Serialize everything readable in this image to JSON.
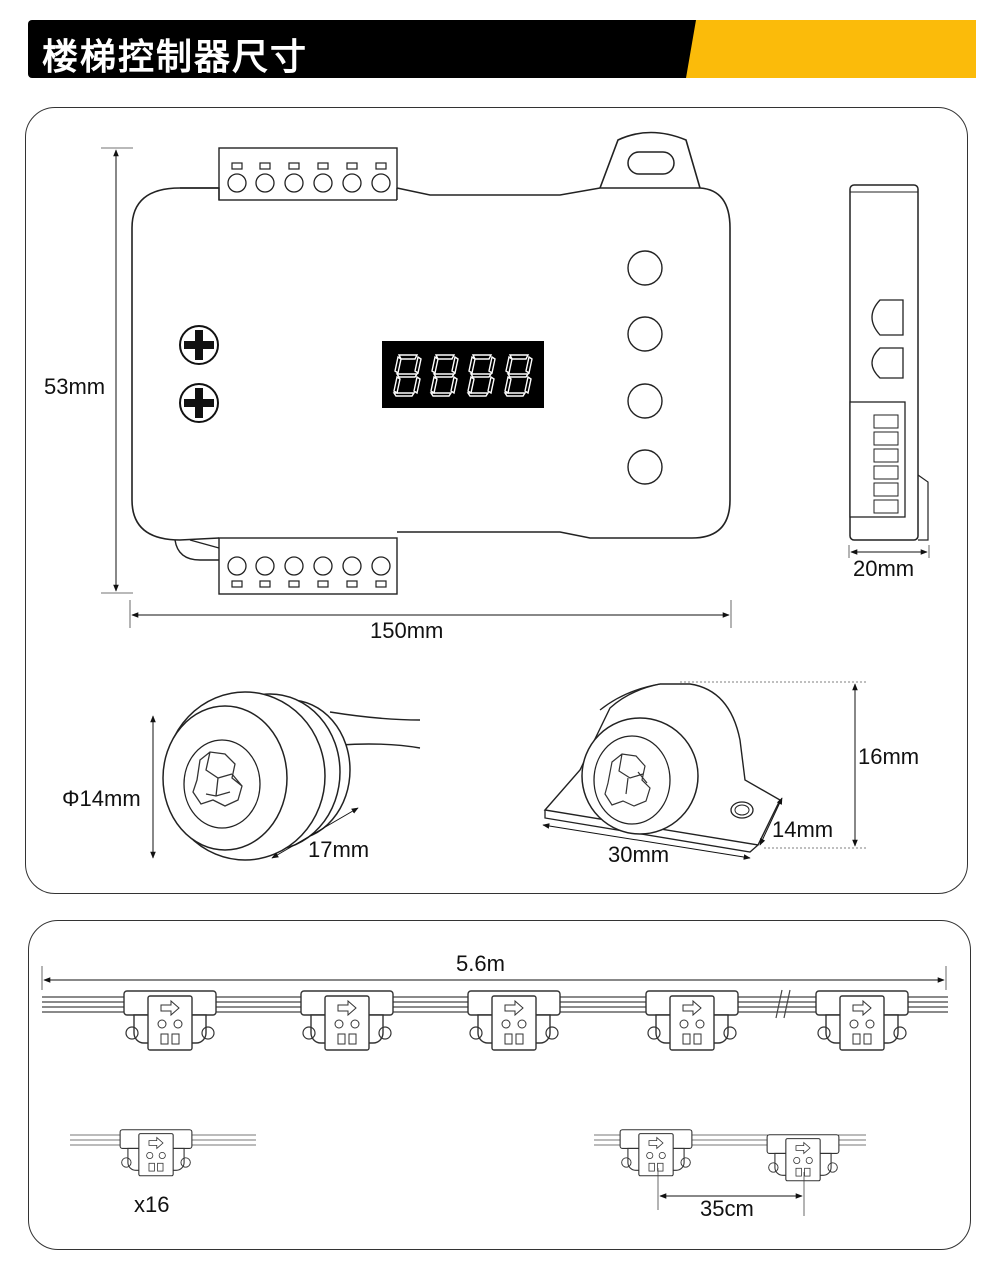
{
  "header": {
    "title": "楼梯控制器尺寸",
    "colors": {
      "dark": "#000000",
      "accent": "#fbbb0a"
    }
  },
  "controller": {
    "height_label": "53mm",
    "width_label": "150mm",
    "depth_label": "20mm",
    "display_digits": "8888"
  },
  "sensor_round": {
    "diameter_label": "Φ14mm",
    "depth_label": "17mm"
  },
  "sensor_mount": {
    "height_label": "16mm",
    "width_label": "14mm",
    "length_label": "30mm"
  },
  "strip": {
    "length_label": "5.6m",
    "quantity_label": "x16",
    "spacing_label": "35cm"
  }
}
